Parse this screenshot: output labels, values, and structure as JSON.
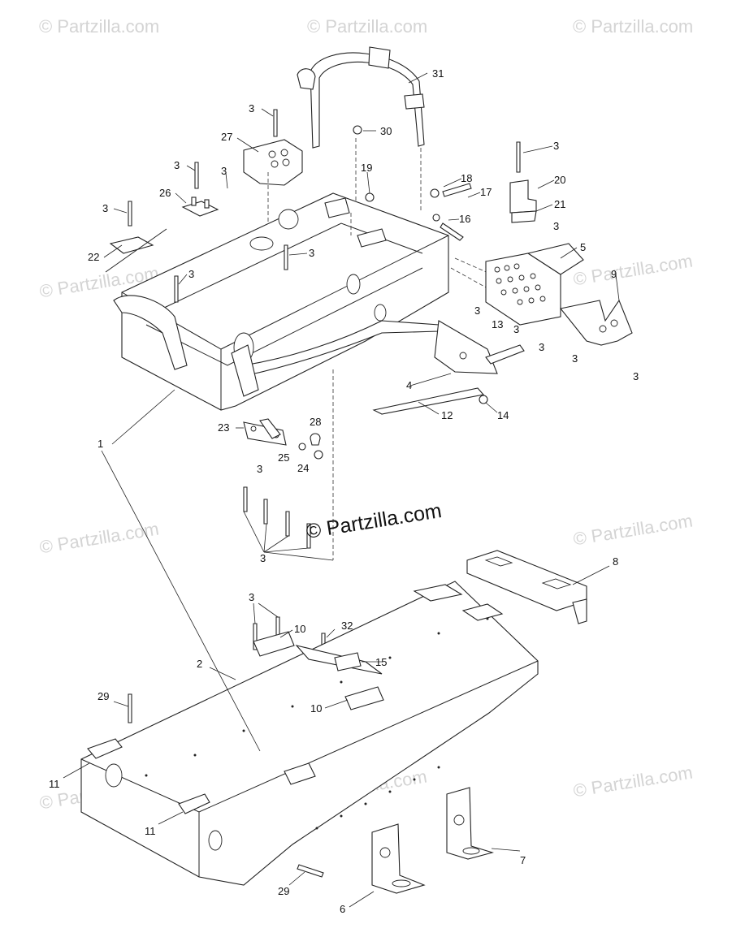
{
  "watermarks": {
    "corner": "© Partzilla.com",
    "center": "© Partzilla.com"
  },
  "callouts": [
    {
      "id": "c31",
      "text": "31"
    },
    {
      "id": "c30",
      "text": "30"
    },
    {
      "id": "c3a",
      "text": "3"
    },
    {
      "id": "c27",
      "text": "27"
    },
    {
      "id": "c3b",
      "text": "3"
    },
    {
      "id": "c3c",
      "text": "3"
    },
    {
      "id": "c26",
      "text": "26"
    },
    {
      "id": "c19",
      "text": "19"
    },
    {
      "id": "c18",
      "text": "18"
    },
    {
      "id": "c17",
      "text": "17"
    },
    {
      "id": "c16",
      "text": "16"
    },
    {
      "id": "c3d",
      "text": "3"
    },
    {
      "id": "c20",
      "text": "20"
    },
    {
      "id": "c21",
      "text": "21"
    },
    {
      "id": "c3e",
      "text": "3"
    },
    {
      "id": "c3f",
      "text": "3"
    },
    {
      "id": "c22",
      "text": "22"
    },
    {
      "id": "c3g",
      "text": "3"
    },
    {
      "id": "c3h",
      "text": "3"
    },
    {
      "id": "c5",
      "text": "5"
    },
    {
      "id": "c9",
      "text": "9"
    },
    {
      "id": "c13",
      "text": "13"
    },
    {
      "id": "c3i",
      "text": "3"
    },
    {
      "id": "c3j",
      "text": "3"
    },
    {
      "id": "c3k",
      "text": "3"
    },
    {
      "id": "c3l",
      "text": "3"
    },
    {
      "id": "c3m",
      "text": "3"
    },
    {
      "id": "c4",
      "text": "4"
    },
    {
      "id": "c12",
      "text": "12"
    },
    {
      "id": "c14",
      "text": "14"
    },
    {
      "id": "c28",
      "text": "28"
    },
    {
      "id": "c23",
      "text": "23"
    },
    {
      "id": "c25",
      "text": "25"
    },
    {
      "id": "c24",
      "text": "24"
    },
    {
      "id": "c3n",
      "text": "3"
    },
    {
      "id": "c1",
      "text": "1"
    },
    {
      "id": "c3o",
      "text": "3"
    },
    {
      "id": "c8",
      "text": "8"
    },
    {
      "id": "c3p",
      "text": "3"
    },
    {
      "id": "c10a",
      "text": "10"
    },
    {
      "id": "c32",
      "text": "32"
    },
    {
      "id": "c15",
      "text": "15"
    },
    {
      "id": "c2",
      "text": "2"
    },
    {
      "id": "c29a",
      "text": "29"
    },
    {
      "id": "c10b",
      "text": "10"
    },
    {
      "id": "c11a",
      "text": "11"
    },
    {
      "id": "c11b",
      "text": "11"
    },
    {
      "id": "c7",
      "text": "7"
    },
    {
      "id": "c29b",
      "text": "29"
    },
    {
      "id": "c6",
      "text": "6"
    }
  ]
}
